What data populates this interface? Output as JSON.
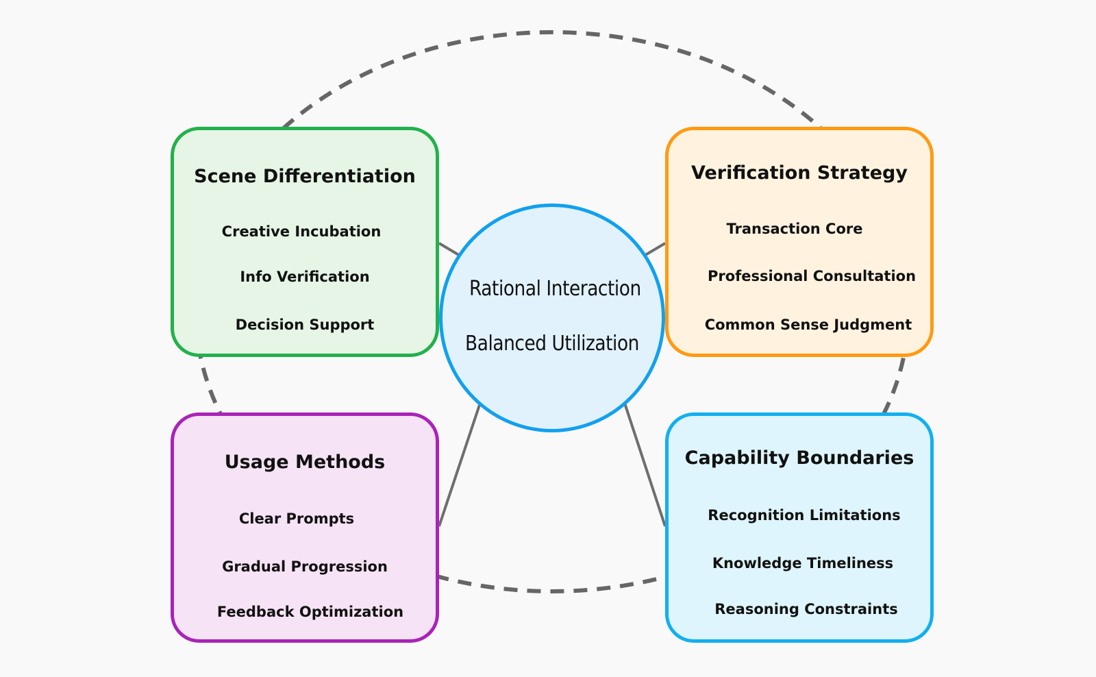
{
  "colors": {
    "background": "#f9f9f9",
    "connector": "#6e6e6e",
    "dashed_ring": "#666666"
  },
  "hub": {
    "lines": [
      "Rational Interaction",
      "Balanced Utilization"
    ],
    "border_color": "#12a0ee",
    "fill_color": "#e1f2fd"
  },
  "boxes": {
    "scene": {
      "title": "Scene Differentiation",
      "items": [
        "Creative Incubation",
        "Info Verification",
        "Decision Support"
      ],
      "border_color": "#22b14c",
      "fill_color": "#e6f5e6"
    },
    "verify": {
      "title": "Verification Strategy",
      "items": [
        "Transaction Core",
        "Professional Consultation",
        "Common Sense Judgment"
      ],
      "border_color": "#ff9a12",
      "fill_color": "#fff3df"
    },
    "usage": {
      "title": "Usage Methods",
      "items": [
        "Clear Prompts",
        "Gradual Progression",
        "Feedback Optimization"
      ],
      "border_color": "#a923b8",
      "fill_color": "#f6e3f5"
    },
    "capab": {
      "title": "Capability Boundaries",
      "items": [
        "Recognition Limitations",
        "Knowledge Timeliness",
        "Reasoning Constraints"
      ],
      "border_color": "#12aff0",
      "fill_color": "#def5fd"
    }
  }
}
